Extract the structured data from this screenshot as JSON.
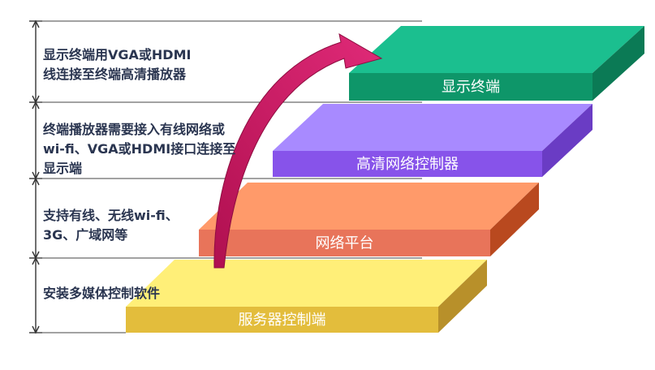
{
  "steps": [
    {
      "label": "显示终端",
      "description": "显示终端用VGA或HDMI\n线连接至终端高清播放器",
      "top_color": "#1bbf8f",
      "front_color": "#0e9669",
      "side_color": "#0b7a55",
      "label_color": "#ffffff"
    },
    {
      "label": "高清网络控制器",
      "description": "终端播放器需要接入有线网络或\nwi-fi、VGA或HDMI接口连接至\n显示端",
      "top_color": "#a88aff",
      "front_color": "#8753ea",
      "side_color": "#6a3cc4",
      "label_color": "#ffffff"
    },
    {
      "label": "网络平台",
      "description": "支持有线、无线wi-fi、\n3G、广域网等",
      "top_color": "#ff9a6a",
      "front_color": "#e8745a",
      "side_color": "#b9491f",
      "label_color": "#ffffff"
    },
    {
      "label": "服务器控制端",
      "description": "安装多媒体控制软件",
      "top_color": "#ffef78",
      "front_color": "#e3bd3c",
      "side_color": "#b8902a",
      "label_color": "#ffffff"
    }
  ],
  "arrow_color": "#c5165e"
}
